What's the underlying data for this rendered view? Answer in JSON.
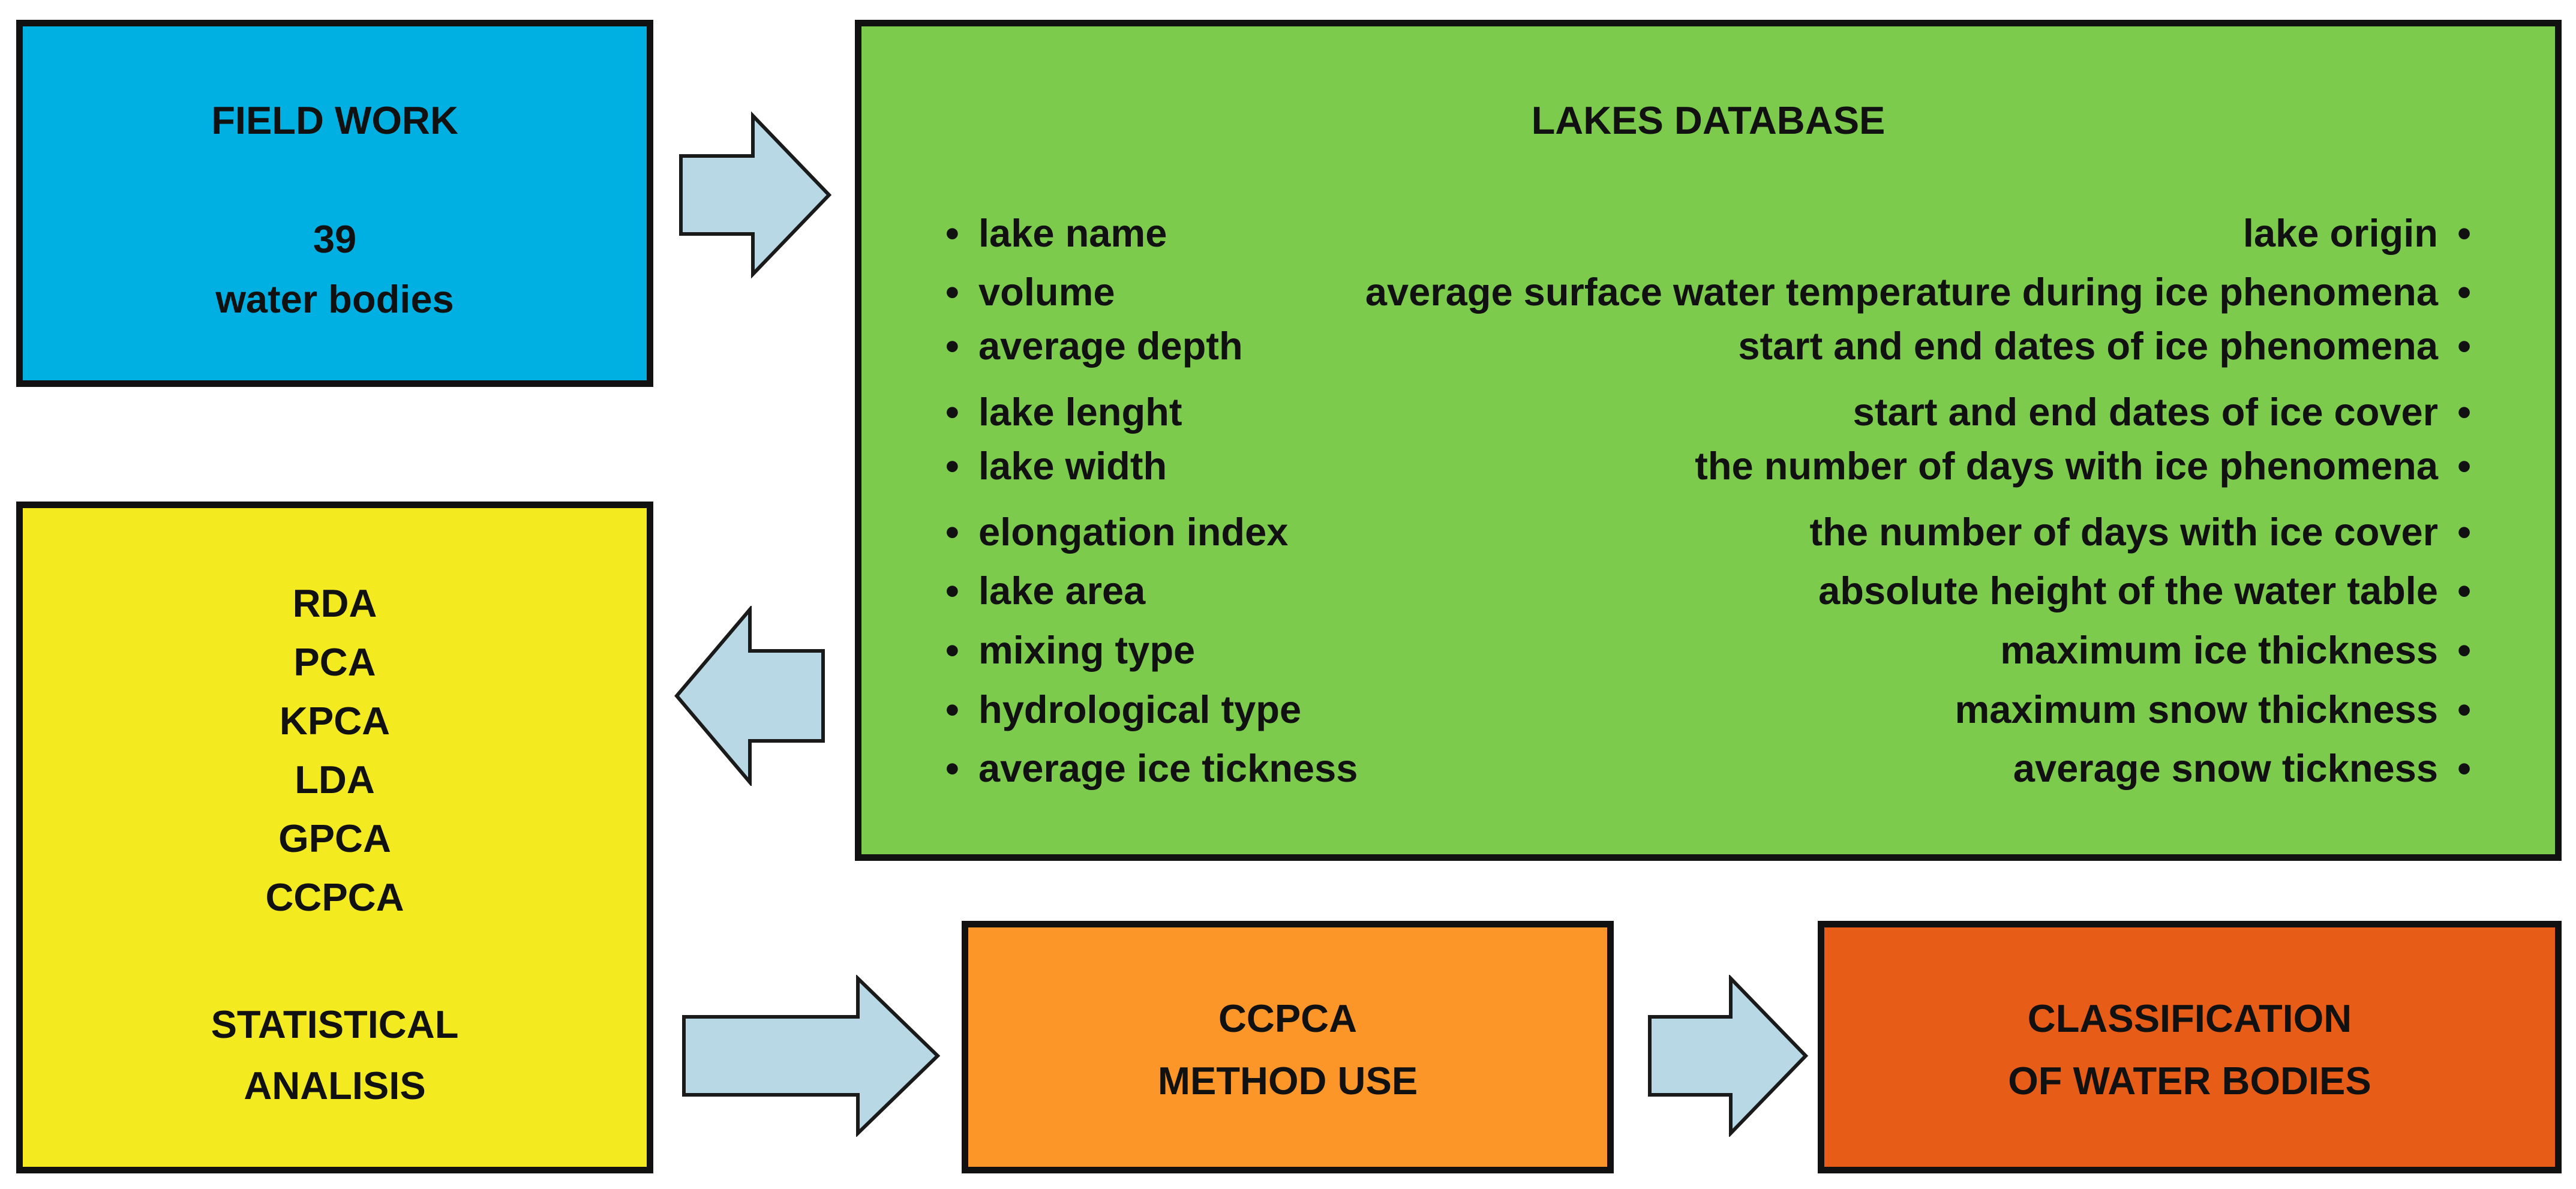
{
  "colors": {
    "field_work": "#00b0e2",
    "lakes_database": "#7dcb4d",
    "statistical_analysis": "#f3eb20",
    "method_use": "#fc9628",
    "classification": "#e75c17",
    "arrow_fill": "#b7d8e4"
  },
  "field_work": {
    "title": "FIELD WORK",
    "count": "39",
    "count_label": "water bodies"
  },
  "lakes_database": {
    "title": "LAKES DATABASE",
    "left_attributes": [
      "lake name",
      "volume",
      "average depth",
      "lake lenght",
      "lake width",
      "elongation index",
      "lake area",
      "mixing type",
      "hydrological type",
      "average ice tickness"
    ],
    "right_attributes": [
      "lake origin",
      "average surface water temperature during ice phenomena",
      "start and end dates of ice phenomena",
      "start and end dates of ice cover",
      "the number of days with ice phenomena",
      "the number of days with ice cover",
      "absolute height of the water table",
      "maximum ice thickness",
      "maximum snow thickness",
      "average snow tickness"
    ]
  },
  "statistical_analysis": {
    "methods": [
      "RDA",
      "PCA",
      "KPCA",
      "LDA",
      "GPCA",
      "CCPCA"
    ],
    "title_line1": "STATISTICAL",
    "title_line2": "ANALISIS"
  },
  "method_use": {
    "line1": "CCPCA",
    "line2": "METHOD USE"
  },
  "classification": {
    "line1": "CLASSIFICATION",
    "line2": "OF WATER BODIES"
  }
}
